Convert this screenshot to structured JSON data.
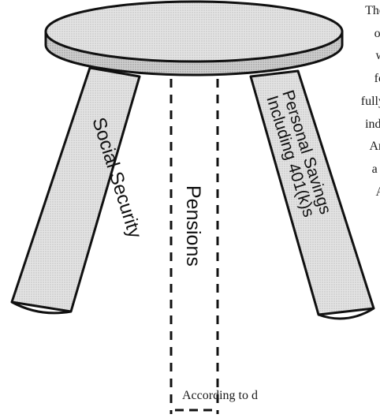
{
  "stool": {
    "legs": {
      "left": "Social Security",
      "middle": "Pensions",
      "right_line1": "Personal Savings",
      "right_line2": "Including 401(k)s"
    }
  },
  "body_text_fragments": [
    "The",
    "of",
    "w",
    "fo",
    "fully",
    "indi",
    "An",
    "a f",
    "A"
  ],
  "bottom_text": "According to d",
  "colors": {
    "seat_top": "#d3d3d3",
    "seat_rim": "#8e8e8e",
    "leg_fill": "#dadada",
    "outline": "#111111"
  }
}
